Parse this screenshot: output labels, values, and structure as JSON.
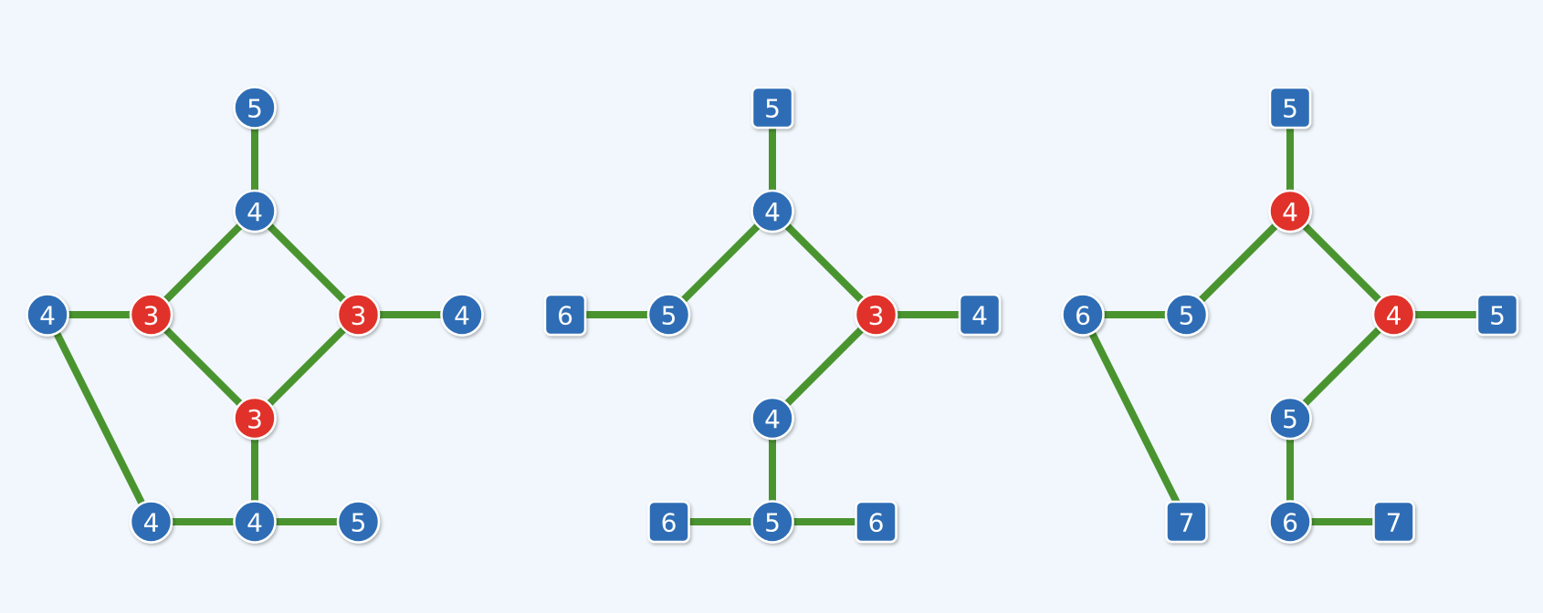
{
  "colors": {
    "background": "#f1f7fc",
    "edge": "#4a9430",
    "node_blue": "#2f6db5",
    "node_red": "#e0312a",
    "node_border": "#ffffff"
  },
  "graphs": [
    {
      "id": "graph-1",
      "nodes": [
        {
          "id": "a",
          "label": "5",
          "shape": "circle",
          "color": "blue"
        },
        {
          "id": "b",
          "label": "4",
          "shape": "circle",
          "color": "blue"
        },
        {
          "id": "c",
          "label": "4",
          "shape": "circle",
          "color": "blue"
        },
        {
          "id": "d",
          "label": "3",
          "shape": "circle",
          "color": "red"
        },
        {
          "id": "e",
          "label": "3",
          "shape": "circle",
          "color": "red"
        },
        {
          "id": "f",
          "label": "4",
          "shape": "circle",
          "color": "blue"
        },
        {
          "id": "g",
          "label": "3",
          "shape": "circle",
          "color": "red"
        },
        {
          "id": "h",
          "label": "4",
          "shape": "circle",
          "color": "blue"
        },
        {
          "id": "i",
          "label": "4",
          "shape": "circle",
          "color": "blue"
        },
        {
          "id": "j",
          "label": "5",
          "shape": "circle",
          "color": "blue"
        }
      ],
      "edges": [
        [
          "a",
          "b"
        ],
        [
          "b",
          "d"
        ],
        [
          "b",
          "e"
        ],
        [
          "c",
          "d"
        ],
        [
          "e",
          "f"
        ],
        [
          "d",
          "g"
        ],
        [
          "e",
          "g"
        ],
        [
          "g",
          "i"
        ],
        [
          "c",
          "h"
        ],
        [
          "h",
          "i"
        ],
        [
          "i",
          "j"
        ]
      ]
    },
    {
      "id": "graph-2",
      "nodes": [
        {
          "id": "a",
          "label": "5",
          "shape": "square",
          "color": "blue"
        },
        {
          "id": "b",
          "label": "4",
          "shape": "circle",
          "color": "blue"
        },
        {
          "id": "c",
          "label": "6",
          "shape": "square",
          "color": "blue"
        },
        {
          "id": "d",
          "label": "5",
          "shape": "circle",
          "color": "blue"
        },
        {
          "id": "e",
          "label": "3",
          "shape": "circle",
          "color": "red"
        },
        {
          "id": "f",
          "label": "4",
          "shape": "square",
          "color": "blue"
        },
        {
          "id": "g",
          "label": "4",
          "shape": "circle",
          "color": "blue"
        },
        {
          "id": "h",
          "label": "6",
          "shape": "square",
          "color": "blue"
        },
        {
          "id": "i",
          "label": "5",
          "shape": "circle",
          "color": "blue"
        },
        {
          "id": "j",
          "label": "6",
          "shape": "square",
          "color": "blue"
        }
      ],
      "edges": [
        [
          "a",
          "b"
        ],
        [
          "b",
          "d"
        ],
        [
          "b",
          "e"
        ],
        [
          "c",
          "d"
        ],
        [
          "e",
          "f"
        ],
        [
          "e",
          "g"
        ],
        [
          "g",
          "i"
        ],
        [
          "h",
          "i"
        ],
        [
          "i",
          "j"
        ]
      ]
    },
    {
      "id": "graph-3",
      "nodes": [
        {
          "id": "a",
          "label": "5",
          "shape": "square",
          "color": "blue"
        },
        {
          "id": "b",
          "label": "4",
          "shape": "circle",
          "color": "red"
        },
        {
          "id": "c",
          "label": "6",
          "shape": "circle",
          "color": "blue"
        },
        {
          "id": "d",
          "label": "5",
          "shape": "circle",
          "color": "blue"
        },
        {
          "id": "e",
          "label": "4",
          "shape": "circle",
          "color": "red"
        },
        {
          "id": "f",
          "label": "5",
          "shape": "square",
          "color": "blue"
        },
        {
          "id": "g",
          "label": "5",
          "shape": "circle",
          "color": "blue"
        },
        {
          "id": "h",
          "label": "7",
          "shape": "square",
          "color": "blue"
        },
        {
          "id": "i",
          "label": "6",
          "shape": "circle",
          "color": "blue"
        },
        {
          "id": "j",
          "label": "7",
          "shape": "square",
          "color": "blue"
        }
      ],
      "edges": [
        [
          "a",
          "b"
        ],
        [
          "b",
          "d"
        ],
        [
          "b",
          "e"
        ],
        [
          "c",
          "d"
        ],
        [
          "e",
          "f"
        ],
        [
          "e",
          "g"
        ],
        [
          "g",
          "i"
        ],
        [
          "c",
          "h"
        ],
        [
          "i",
          "j"
        ]
      ]
    }
  ]
}
